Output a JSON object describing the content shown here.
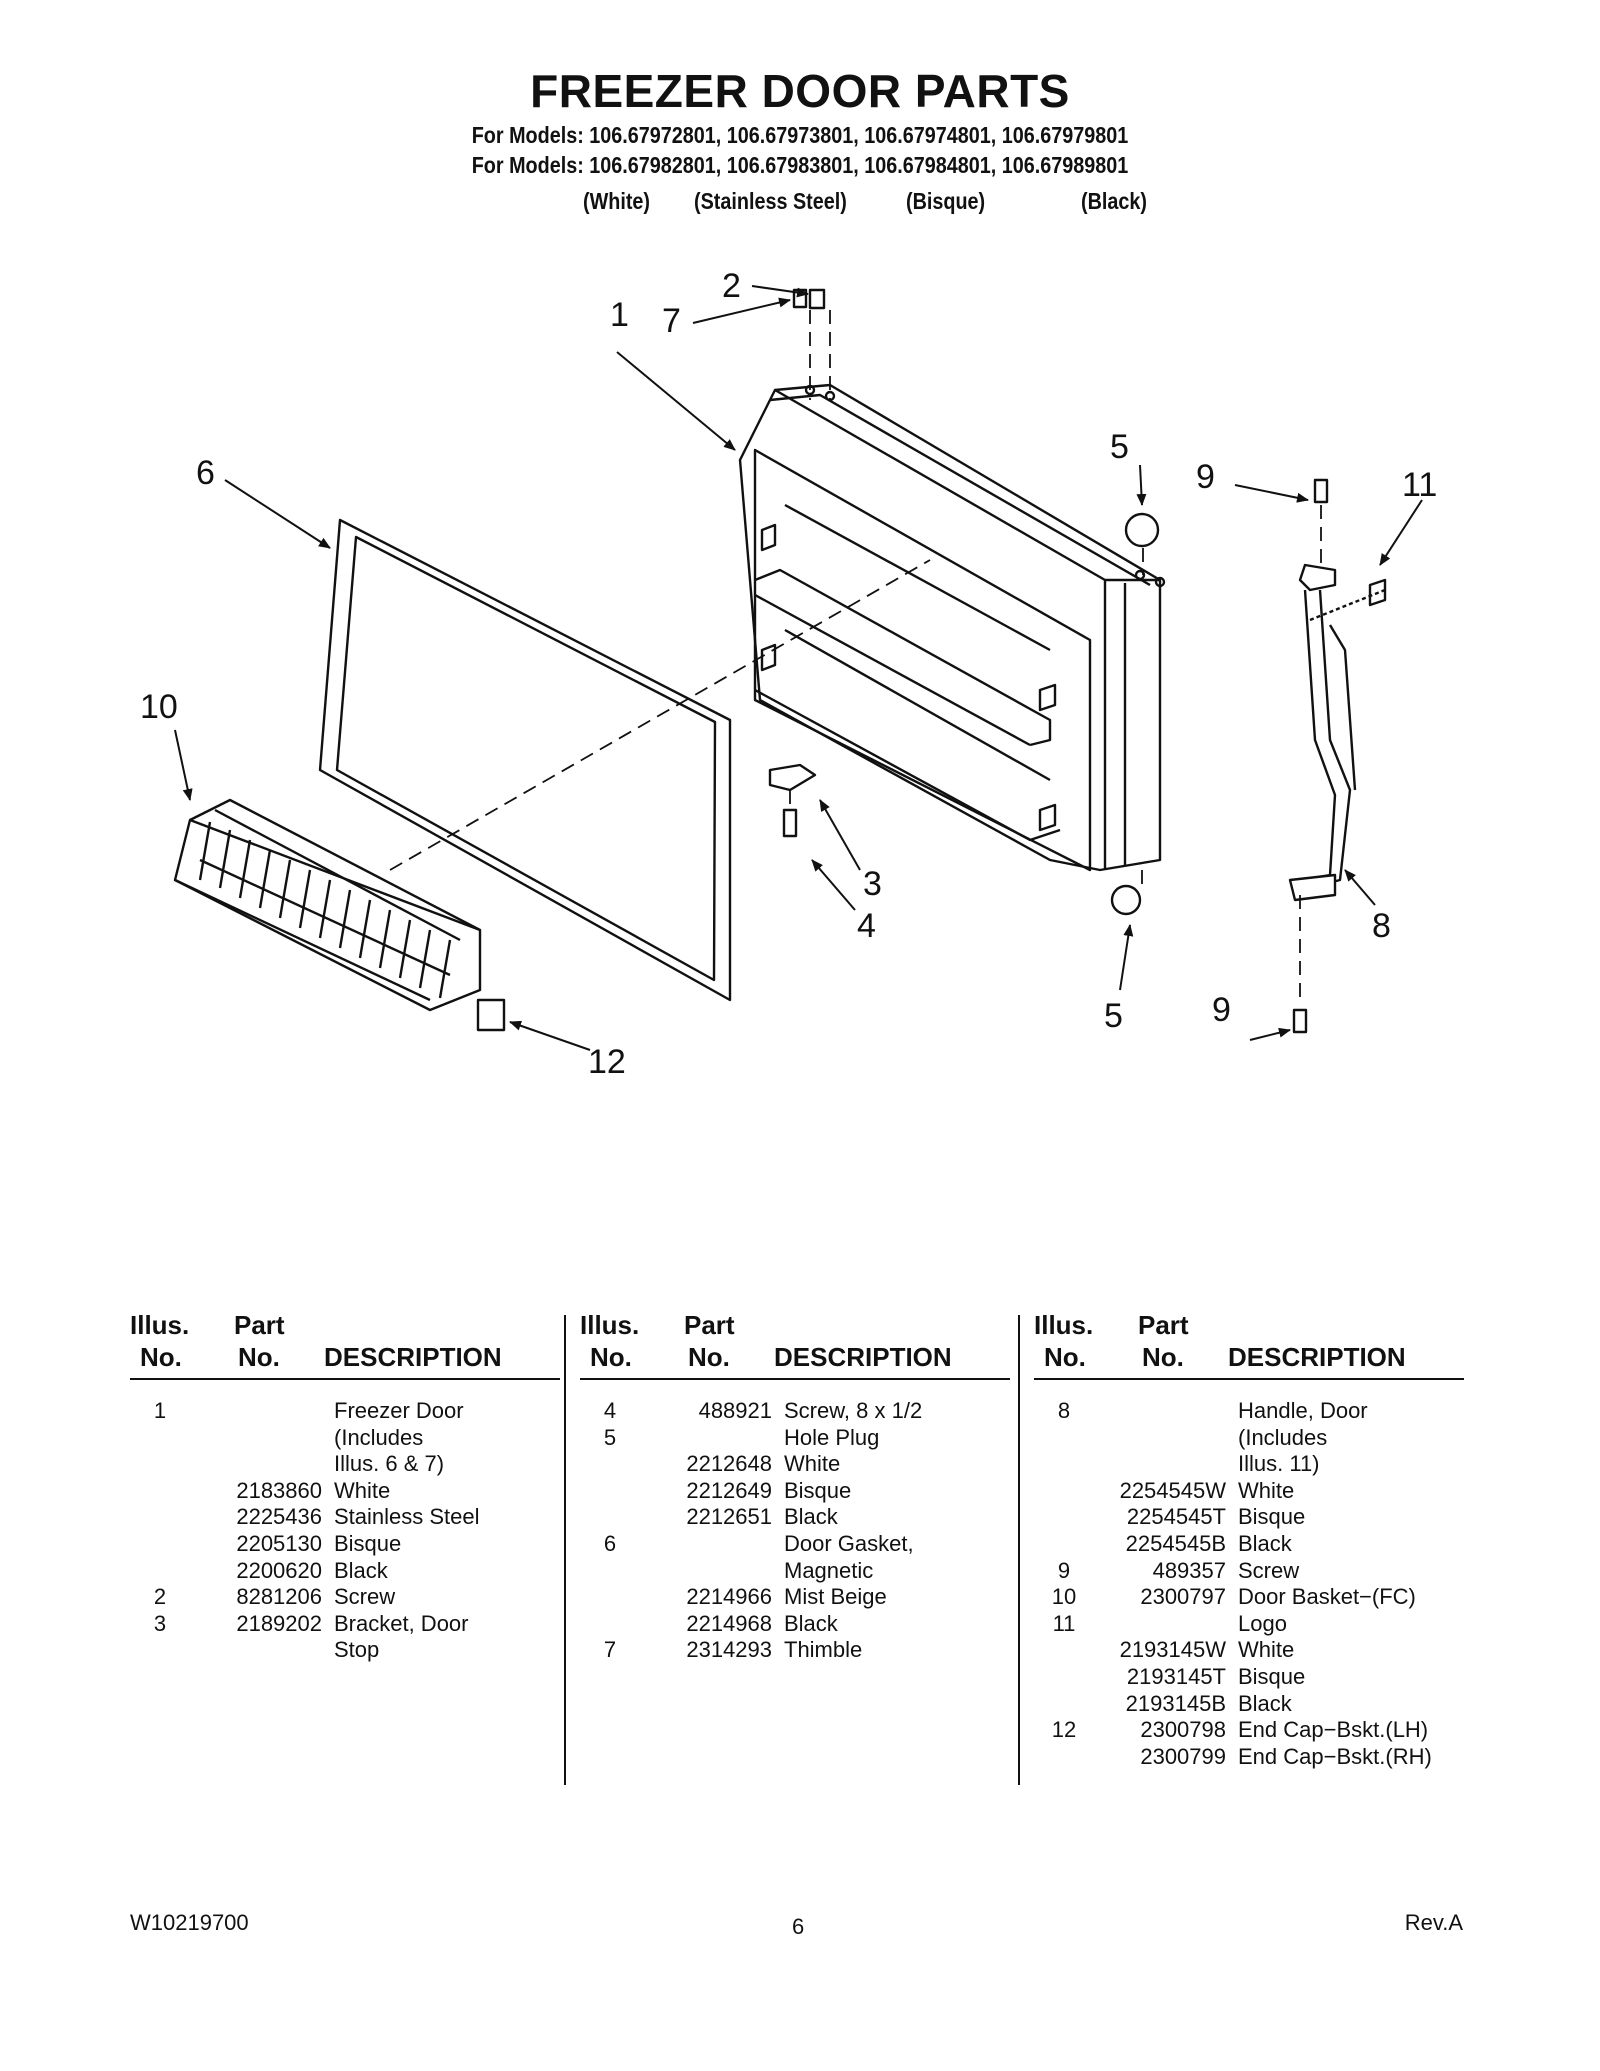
{
  "header": {
    "title": "FREEZER DOOR PARTS",
    "models_line1": "For Models: 106.67972801, 106.67973801, 106.67974801, 106.67979801",
    "models_line2": "For Models: 106.67982801, 106.67983801, 106.67984801, 106.67989801",
    "colors": [
      "(White)",
      "(Stainless Steel)",
      "(Bisque)",
      "(Black)"
    ]
  },
  "diagram": {
    "callouts": [
      "1",
      "2",
      "3",
      "4",
      "5",
      "5",
      "6",
      "7",
      "8",
      "9",
      "9",
      "10",
      "11",
      "12"
    ]
  },
  "table": {
    "headers": {
      "illus_top": "Illus.",
      "illus_bottom": "No.",
      "part_top": "Part",
      "part_bottom": "No.",
      "description": "DESCRIPTION"
    },
    "columns": [
      [
        {
          "illus": "1",
          "part": "",
          "desc": "Freezer Door"
        },
        {
          "illus": "",
          "part": "",
          "desc": "(Includes"
        },
        {
          "illus": "",
          "part": "",
          "desc": " Illus. 6 & 7)"
        },
        {
          "illus": "",
          "part": "2183860",
          "desc": "White"
        },
        {
          "illus": "",
          "part": "2225436",
          "desc": "Stainless Steel"
        },
        {
          "illus": "",
          "part": "2205130",
          "desc": "Bisque"
        },
        {
          "illus": "",
          "part": "2200620",
          "desc": "Black"
        },
        {
          "illus": "2",
          "part": "8281206",
          "desc": "Screw"
        },
        {
          "illus": "3",
          "part": "2189202",
          "desc": "Bracket, Door"
        },
        {
          "illus": "",
          "part": "",
          "desc": "Stop"
        }
      ],
      [
        {
          "illus": "4",
          "part": "488921",
          "desc": "Screw, 8 x 1/2"
        },
        {
          "illus": "5",
          "part": "",
          "desc": "Hole Plug"
        },
        {
          "illus": "",
          "part": "2212648",
          "desc": "White"
        },
        {
          "illus": "",
          "part": "2212649",
          "desc": "Bisque"
        },
        {
          "illus": "",
          "part": "2212651",
          "desc": "Black"
        },
        {
          "illus": "6",
          "part": "",
          "desc": "Door Gasket,"
        },
        {
          "illus": "",
          "part": "",
          "desc": "Magnetic"
        },
        {
          "illus": "",
          "part": "2214966",
          "desc": "Mist Beige"
        },
        {
          "illus": "",
          "part": "2214968",
          "desc": "Black"
        },
        {
          "illus": "7",
          "part": "2314293",
          "desc": "Thimble"
        }
      ],
      [
        {
          "illus": "8",
          "part": "",
          "desc": "Handle, Door"
        },
        {
          "illus": "",
          "part": "",
          "desc": "(Includes"
        },
        {
          "illus": "",
          "part": "",
          "desc": " Illus. 11)"
        },
        {
          "illus": "",
          "part": "2254545W",
          "desc": "White"
        },
        {
          "illus": "",
          "part": "2254545T",
          "desc": "Bisque"
        },
        {
          "illus": "",
          "part": "2254545B",
          "desc": "Black"
        },
        {
          "illus": "9",
          "part": "489357",
          "desc": "Screw"
        },
        {
          "illus": "10",
          "part": "2300797",
          "desc": "Door Basket−(FC)"
        },
        {
          "illus": "11",
          "part": "",
          "desc": "Logo"
        },
        {
          "illus": "",
          "part": "2193145W",
          "desc": "White"
        },
        {
          "illus": "",
          "part": "2193145T",
          "desc": "Bisque"
        },
        {
          "illus": "",
          "part": "2193145B",
          "desc": "Black"
        },
        {
          "illus": "12",
          "part": "2300798",
          "desc": "End Cap−Bskt.(LH)"
        },
        {
          "illus": "",
          "part": "2300799",
          "desc": "End Cap−Bskt.(RH)"
        }
      ]
    ]
  },
  "footer": {
    "doc_number": "W10219700",
    "page": "6",
    "revision": "Rev.A"
  }
}
